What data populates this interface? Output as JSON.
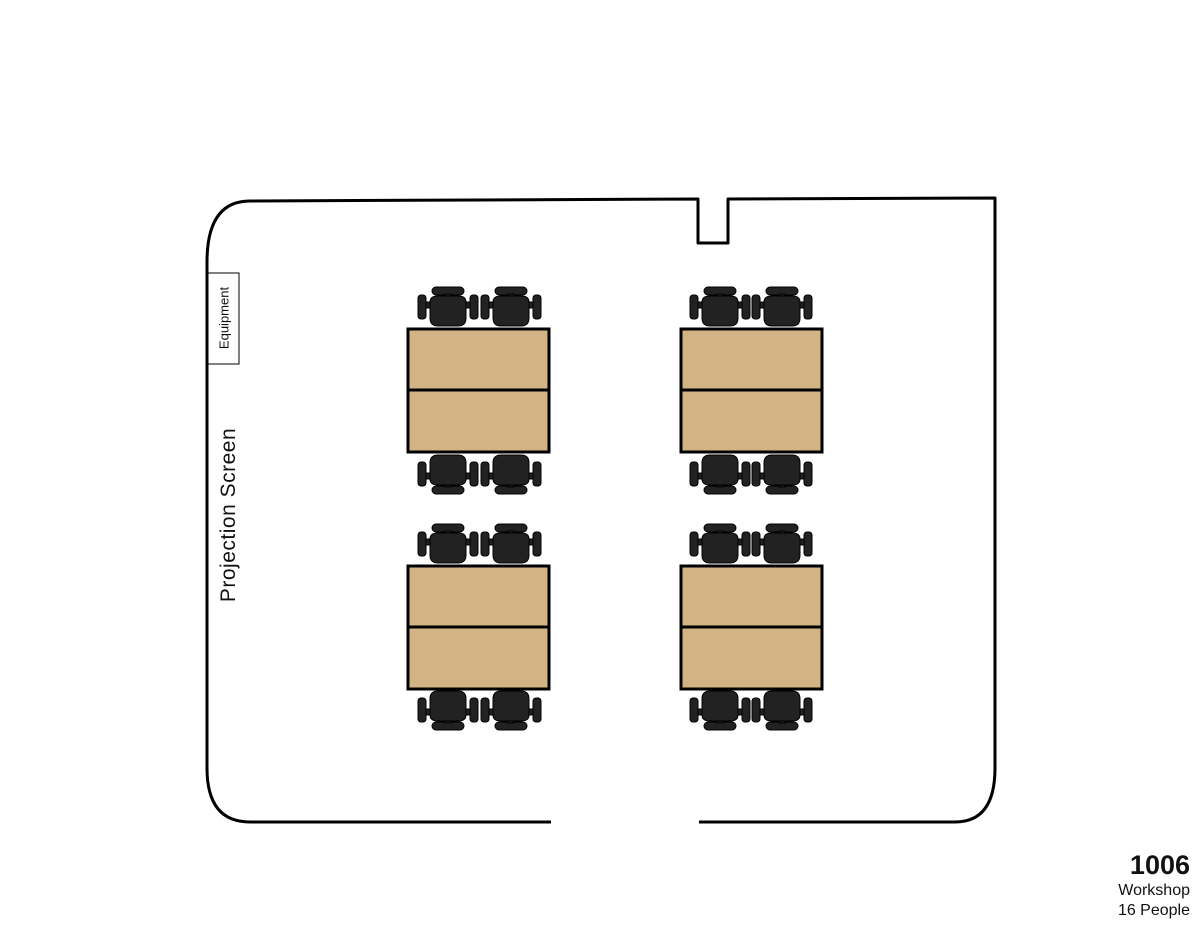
{
  "room": {
    "number": "1006",
    "layout": "Workshop",
    "capacity": "16 People"
  },
  "labels": {
    "equipment": "Equipment",
    "projection_screen": "Projection Screen"
  },
  "colors": {
    "table_fill": "#D2B384",
    "chair_fill": "#222222",
    "wall": "#000000"
  },
  "icons": {
    "chair": "office-chair-icon",
    "table": "rectangular-table"
  },
  "furniture": {
    "table_groups": 4,
    "tables_per_group": 2,
    "chairs_per_group": 4
  }
}
